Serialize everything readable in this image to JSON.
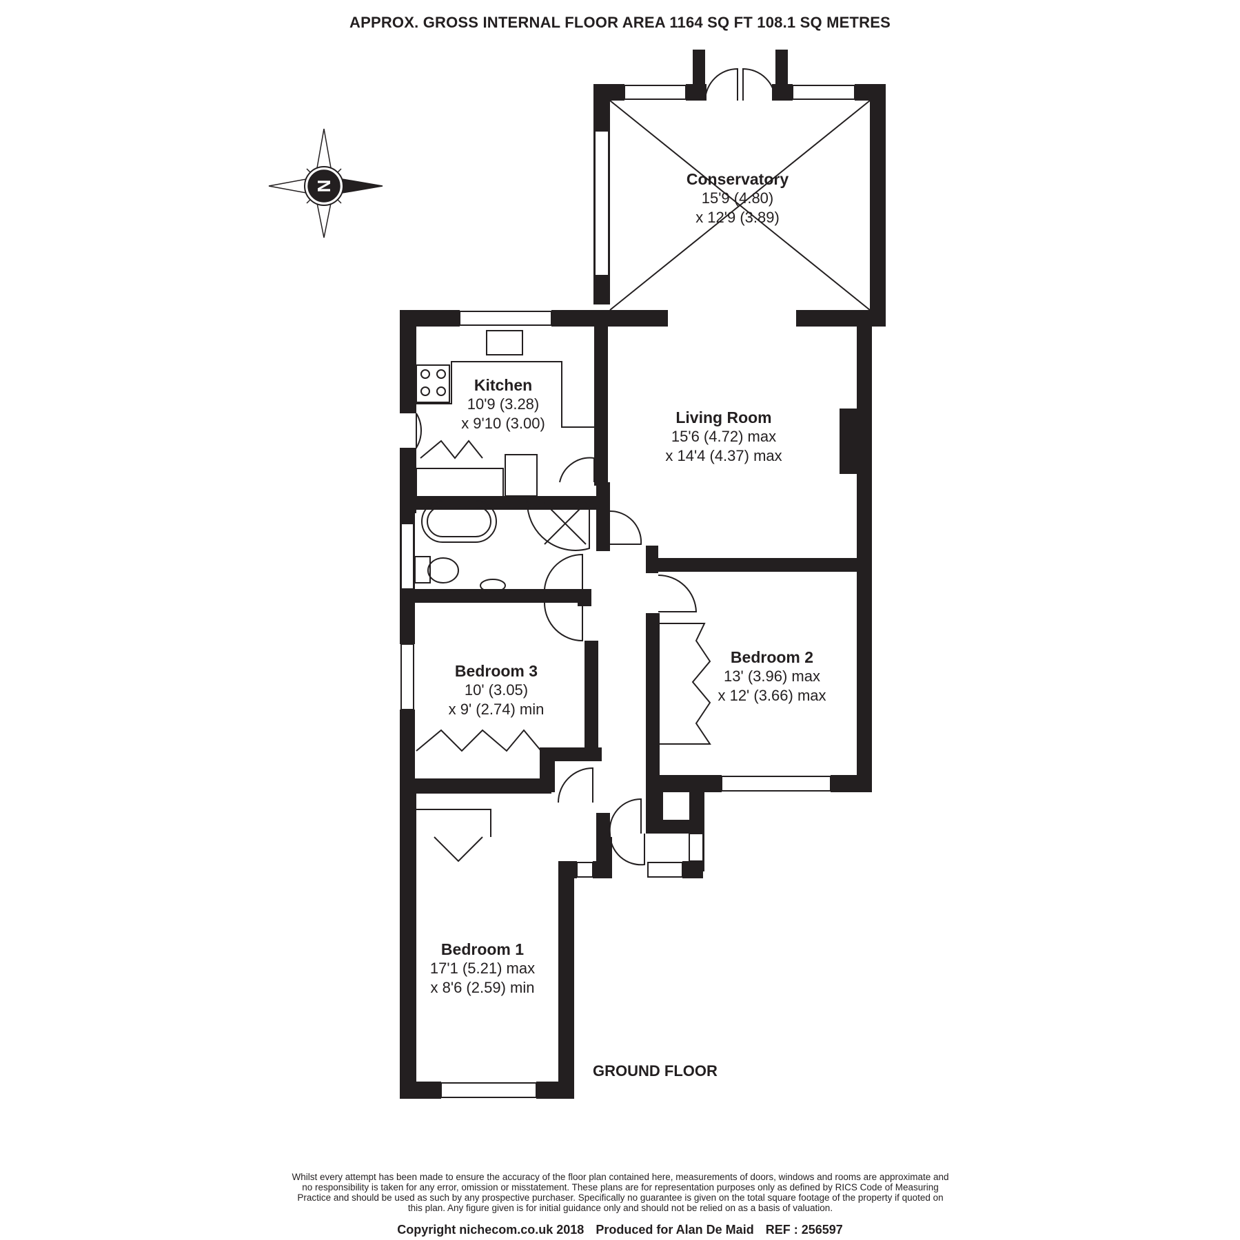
{
  "header": {
    "title": "APPROX. GROSS INTERNAL FLOOR AREA 1164 SQ FT 108.1 SQ METRES"
  },
  "compass": {
    "letter": "N"
  },
  "rooms": {
    "conservatory": {
      "name": "Conservatory",
      "dim1": "15'9 (4.80)",
      "dim2": "x 12'9 (3.89)"
    },
    "kitchen": {
      "name": "Kitchen",
      "dim1": "10'9 (3.28)",
      "dim2": "x 9'10 (3.00)"
    },
    "living_room": {
      "name": "Living Room",
      "dim1": "15'6 (4.72) max",
      "dim2": "x 14'4 (4.37) max"
    },
    "bedroom2": {
      "name": "Bedroom 2",
      "dim1": "13' (3.96) max",
      "dim2": "x 12' (3.66) max"
    },
    "bedroom3": {
      "name": "Bedroom 3",
      "dim1": "10' (3.05)",
      "dim2": "x 9' (2.74) min"
    },
    "bedroom1": {
      "name": "Bedroom 1",
      "dim1": "17'1 (5.21) max",
      "dim2": "x 8'6 (2.59) min"
    }
  },
  "floor_label": "GROUND FLOOR",
  "disclaimer": "Whilst every attempt has been made to ensure the accuracy of the floor plan contained here, measurements of doors, windows and rooms are approximate and no responsibility is taken for any error, omission or misstatement. These plans are for representation purposes only as defined by RICS Code of Measuring Practice and should be used as such by any prospective purchaser.  Specifically no guarantee is given on the total square footage of the property if quoted on this plan. Any figure given is for initial guidance only and should not be relied on as a basis of valuation.",
  "footer": {
    "copyright": "Copyright nichecom.co.uk 2018",
    "produced_for": "Produced for Alan De Maid",
    "ref": "REF :  256597"
  },
  "colors": {
    "wall": "#231f20",
    "line": "#231f20",
    "background": "#ffffff"
  }
}
